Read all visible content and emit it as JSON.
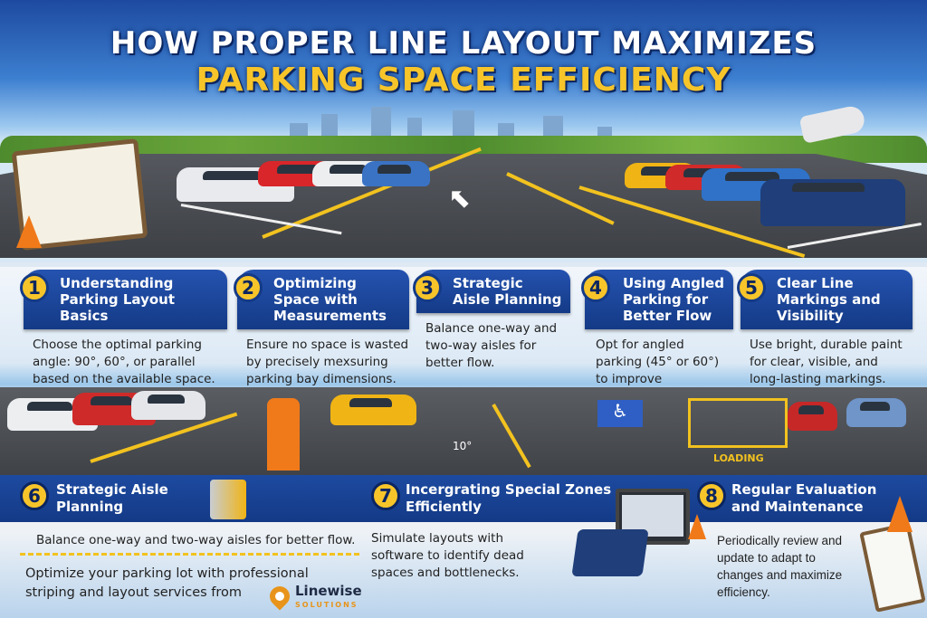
{
  "title": {
    "line1": "HOW PROPER LINE LAYOUT MAXIMIZES",
    "line2": "PARKING SPACE EFFICIENCY"
  },
  "colors": {
    "primary_blue": "#143a86",
    "accent_yellow": "#f7c52a",
    "asphalt": "#3f4247"
  },
  "cards": [
    {
      "number": "1",
      "title": "Understanding Parking Layout Basics",
      "text": "Choose the optimal parking angle: 90°, 60°, or parallel based on the available space."
    },
    {
      "number": "2",
      "title": "Optimizing Space with Measurements",
      "text": "Ensure no space is wasted by precisely mexsuring parking bay dimensions."
    },
    {
      "number": "3",
      "title": "Strategic Aisle Planning",
      "text": "Balance one-way and two-way aisles for better flow."
    },
    {
      "number": "4",
      "title": "Using Angled Parking for Better Flow",
      "text": "Opt for angled parking (45° or 60°) to improve"
    },
    {
      "number": "5",
      "title": "Clear Line Markings and Visibility",
      "text": "Use bright, durable paint for clear, visible, and long-lasting markings."
    }
  ],
  "scene": {
    "angle_label": "10°",
    "loading_label": "LOADING"
  },
  "bottom": [
    {
      "number": "6",
      "title_l1": "Strategic Aisle",
      "title_l2": "Planning",
      "text": "Balance one-way and two-way aisles for better flow."
    },
    {
      "number": "7",
      "title_l1": "Incergrating Special Zones",
      "title_l2": "Efficiently",
      "text": "Simulate layouts with software to identify dead spaces and bottlenecks."
    },
    {
      "number": "8",
      "title_l1": "Regular Evaluation",
      "title_l2": "and Maintenance",
      "text": "Periodically review and update to adapt to changes and maximize efficiency."
    }
  ],
  "promo": {
    "text": "Optimize your parking lot with professional striping and layout services from",
    "brand": "Linewise",
    "brand_sub": "SOLUTIONS"
  }
}
